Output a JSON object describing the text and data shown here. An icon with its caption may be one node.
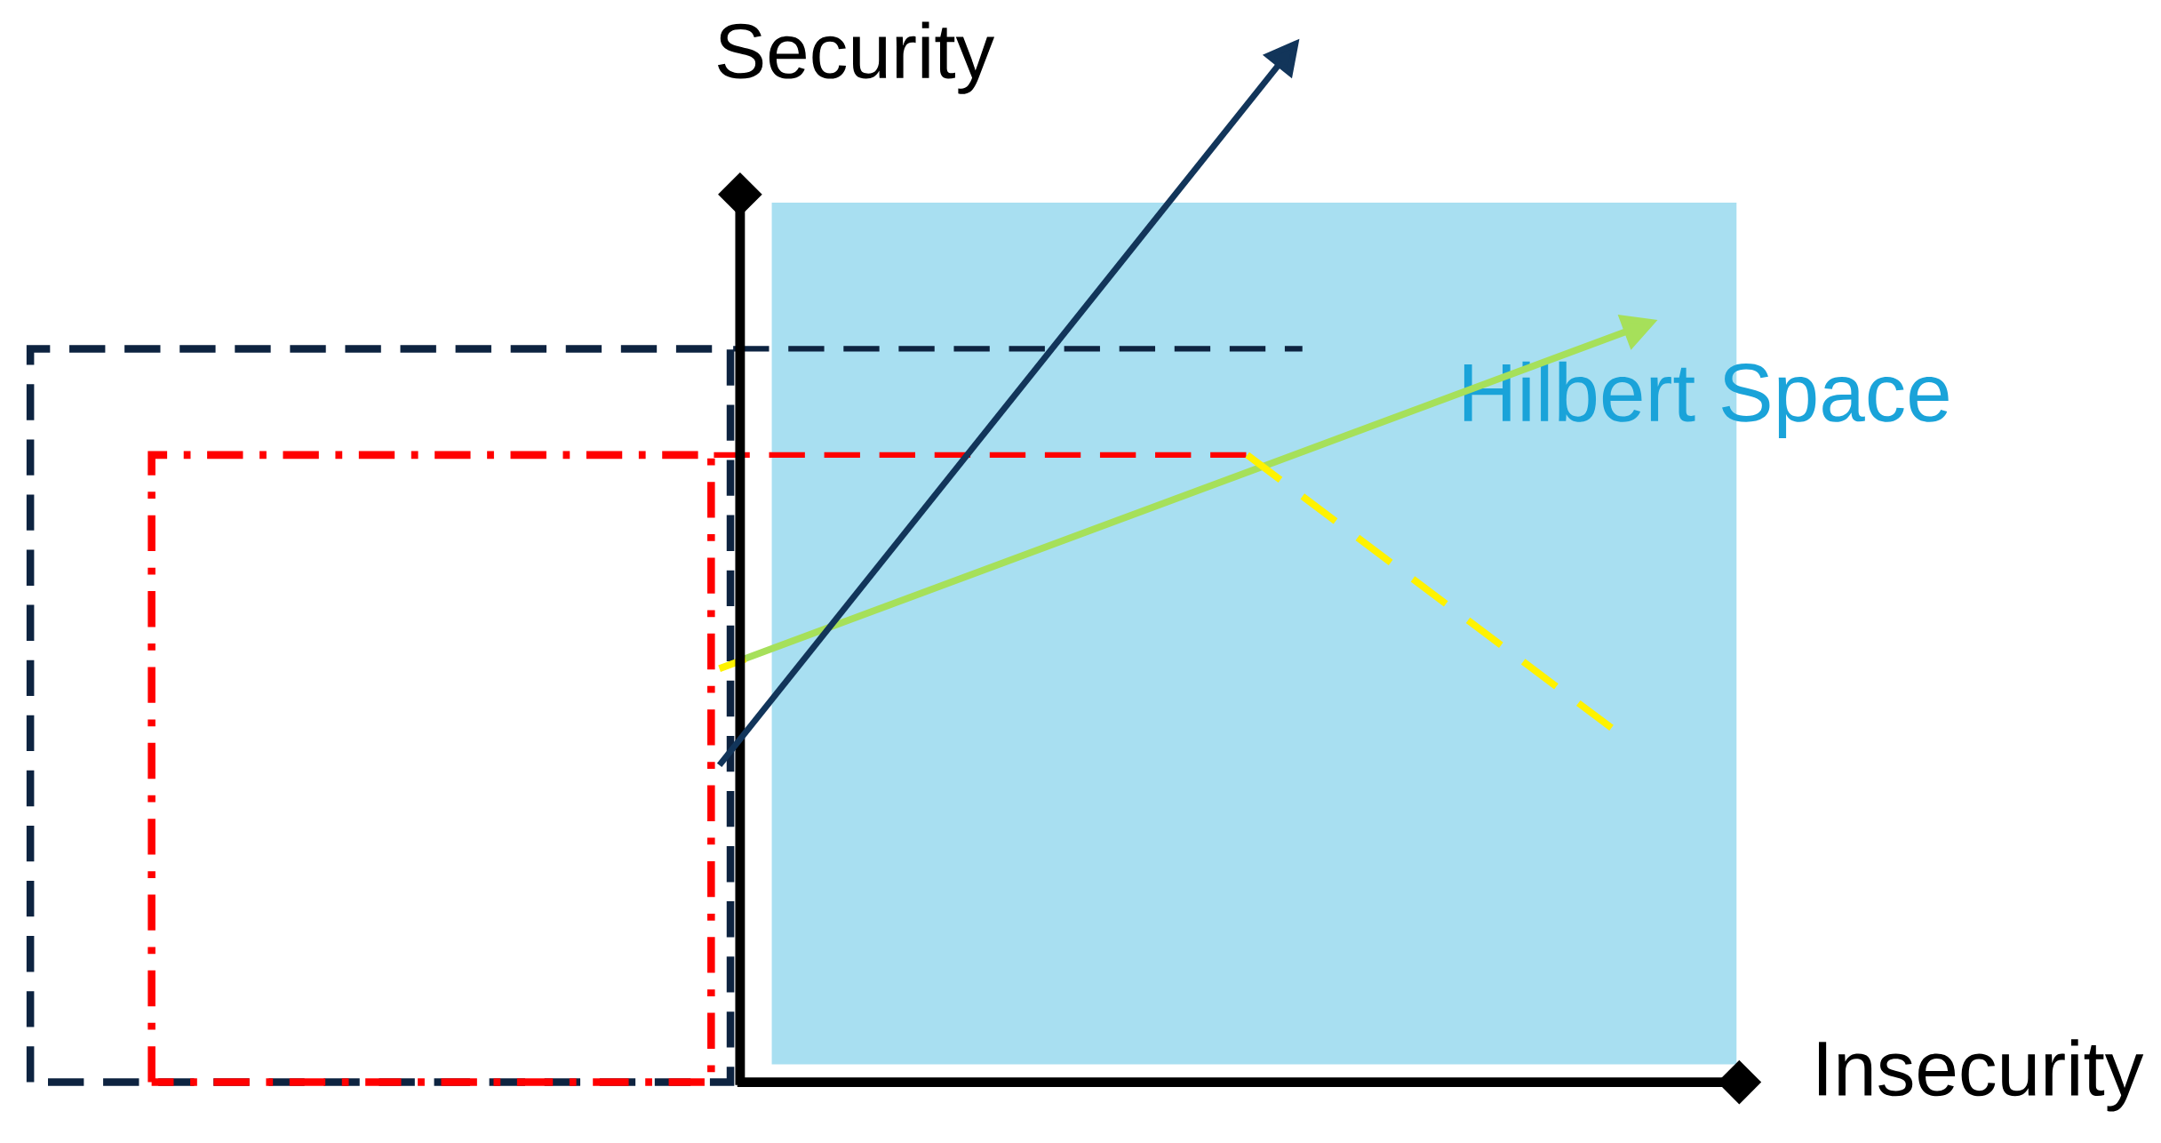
{
  "diagram": {
    "nodes": [
      {
        "text": [
          "Hilbert Space"
        ]
      },
      {
        "text": [],
        "shape": "box"
      },
      {
        "text": [],
        "shape": "box",
        "in": 1
      }
    ],
    "edges": [
      {
        "from": 1,
        "to": 0,
        "arrow": "none",
        "style": "dashed",
        "color": "#0d2340"
      },
      {
        "from": 2,
        "to": 0,
        "arrow": "none",
        "style": "dashed",
        "color": "#ff0000"
      },
      {
        "from": 2,
        "to": 0,
        "arrow": "to",
        "color": "#a6e05a"
      }
    ],
    "labels": [
      "Security",
      "Insecurity"
    ]
  }
}
